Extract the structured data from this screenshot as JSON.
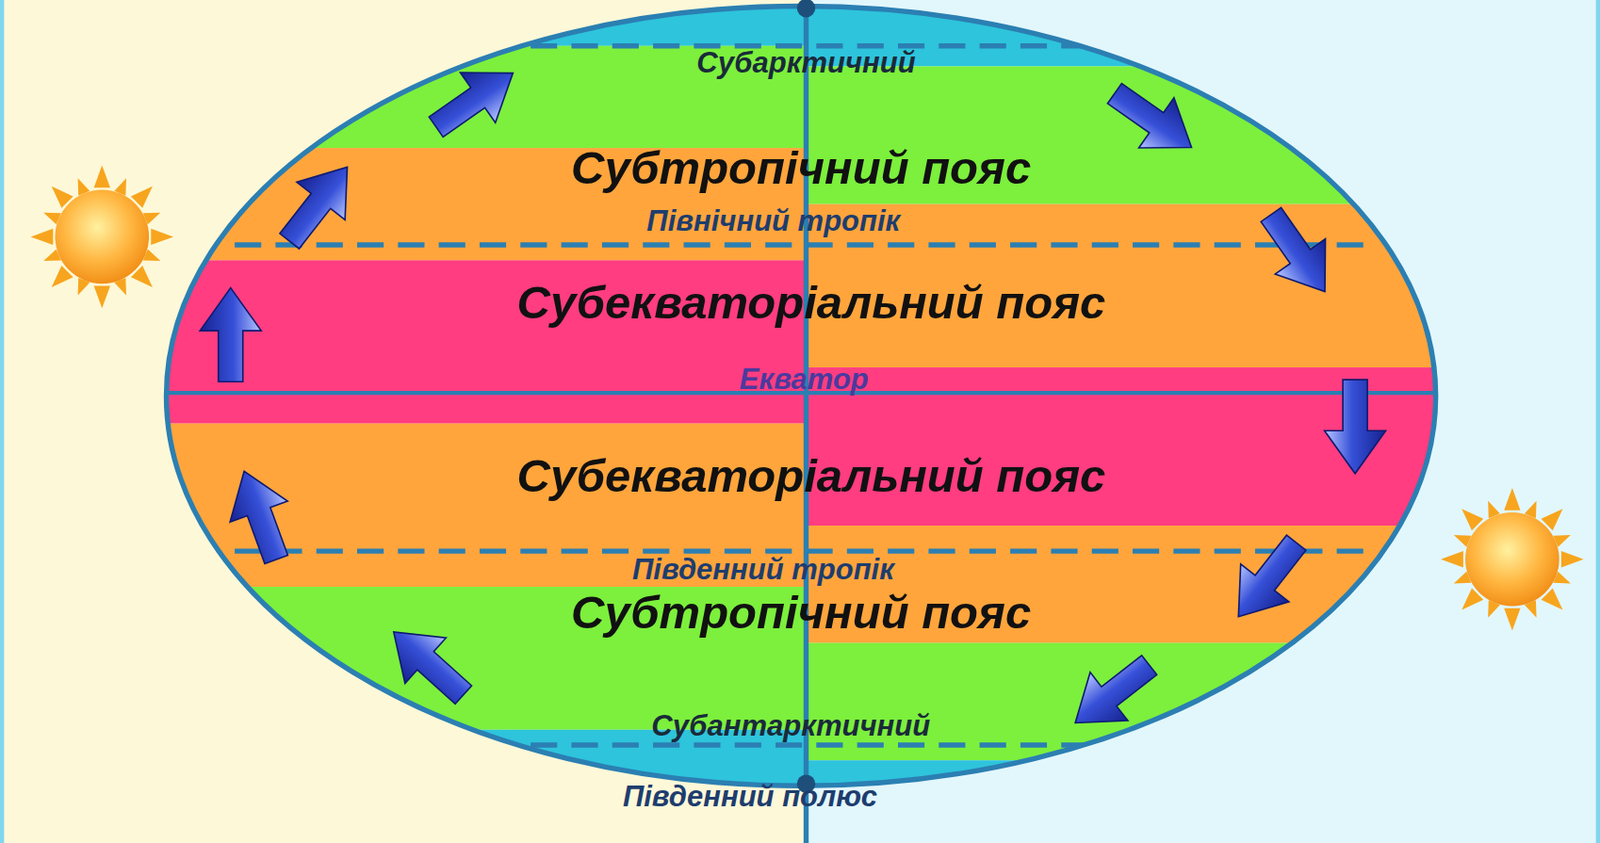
{
  "diagram": {
    "labels": [
      "Субарктичний",
      "Субтропічний пояс",
      "Північний тропік",
      "Субекваторіальний пояс",
      "Екватор",
      "Субекваторіальний пояс",
      "Південний тропік",
      "Субтропічний пояс",
      "Субантарктичний",
      "Південний полюс"
    ]
  }
}
